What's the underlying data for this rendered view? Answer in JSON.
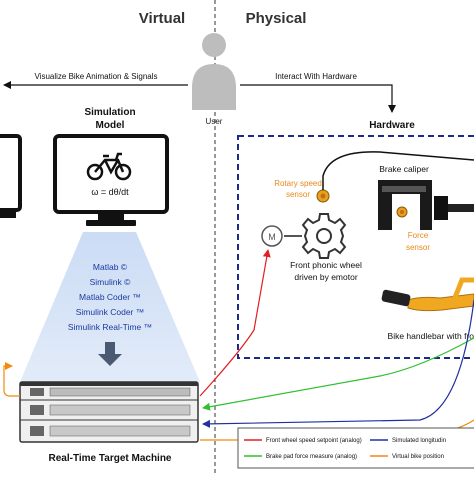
{
  "header": {
    "virtual": "Virtual",
    "physical": "Physical"
  },
  "user": {
    "label": "User",
    "left_arrow_label": "Visualize Bike Animation & Signals",
    "right_arrow_label": "Interact With Hardware"
  },
  "simulation": {
    "title_line1": "Simulation",
    "title_line2": "Model",
    "equation": "ω = dθ/dt",
    "software": [
      "Matlab ©",
      "Simulink ©",
      "Matlab Coder ™",
      "Simulink Coder ™",
      "Simulink Real-Time ™"
    ]
  },
  "target_machine": {
    "label": "Real-Time Target Machine"
  },
  "hardware": {
    "title": "Hardware",
    "rotary_sensor": [
      "Rotary speed",
      "sensor"
    ],
    "phonic_wheel": [
      "Front phonic wheel",
      "driven by emotor"
    ],
    "motor_symbol": "M",
    "brake_caliper": "Brake caliper",
    "force_sensor": [
      "Force",
      "sensor"
    ],
    "handlebar": "Bike handlebar with fro"
  },
  "legend": {
    "items": [
      {
        "label": "Front wheel speed setpoint (analog)",
        "color": "#e02020"
      },
      {
        "label": "Simulated longitudin",
        "color": "#2030a0"
      },
      {
        "label": "Brake pad force measure (analog)",
        "color": "#30c030"
      },
      {
        "label": "Virtual bike position",
        "color": "#f08a10"
      }
    ]
  },
  "colors": {
    "accent_orange": "#e8891a",
    "hardware_border": "#1a2a8a",
    "software_text": "#1a3aa0",
    "cone": "#c9daf4"
  }
}
